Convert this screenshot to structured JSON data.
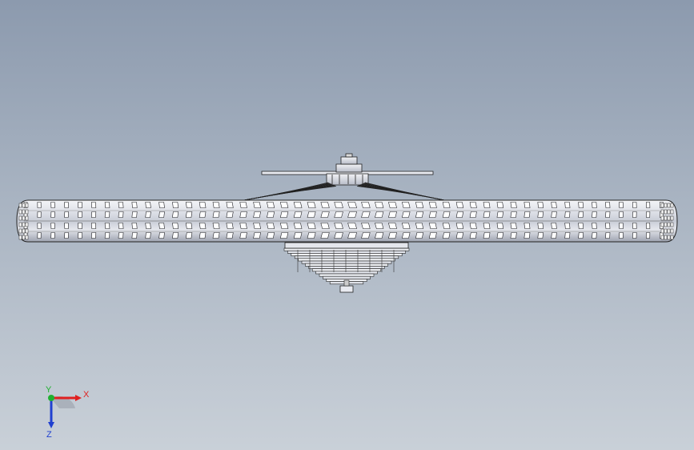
{
  "viewport": {
    "background_top": "#8c9aae",
    "background_bottom": "#c9d0d8"
  },
  "model": {
    "body_color": "#e6e8ee",
    "line_color": "#1e1e22",
    "shade_color": "#b4b8c4"
  },
  "triad": {
    "x_label": "X",
    "y_label": "Y",
    "z_label": "Z",
    "x_color": "#e02020",
    "y_color": "#20b030",
    "z_color": "#2040d0"
  }
}
